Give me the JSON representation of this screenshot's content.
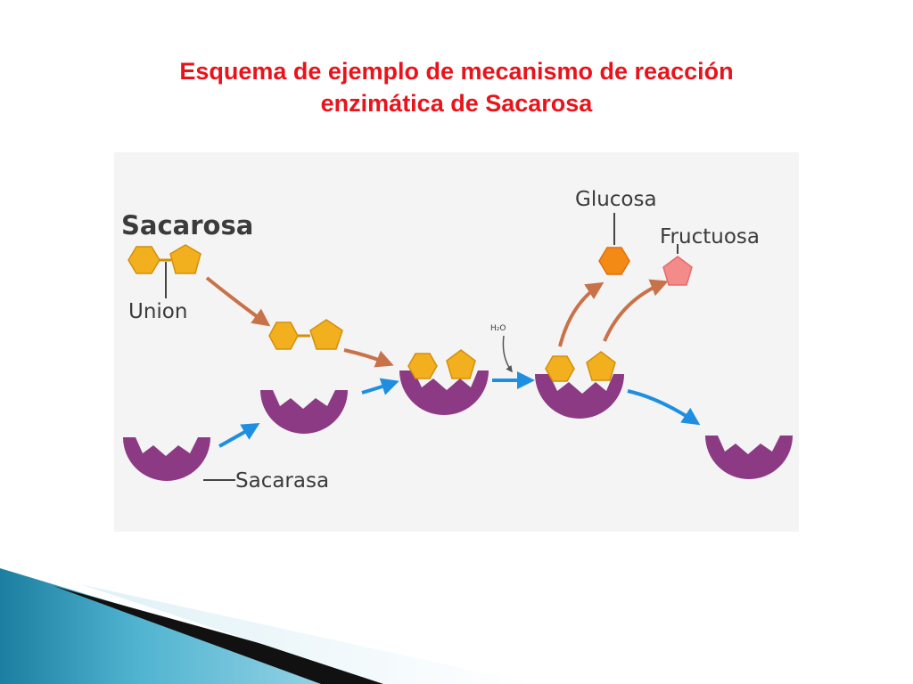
{
  "title": {
    "line1": "Esquema de ejemplo de mecanismo de reacción",
    "line2": "enzimática de Sacarosa"
  },
  "diagram": {
    "labels": {
      "sacarosa": "Sacarosa",
      "union": "Union",
      "sacarasa": "Sacarasa",
      "glucosa": "Glucosa",
      "fructuosa": "Fructuosa",
      "water": "H₂O"
    },
    "colors": {
      "substrate": "#f2b01e",
      "substrate_edge": "#d48f0a",
      "glucose": "#f38a16",
      "fructose": "#f48b8b",
      "enzyme": "#8c3a84",
      "substrate_arrow": "#c8724a",
      "enzyme_arrow": "#1e8fe0",
      "background": "#f4f4f4"
    }
  }
}
